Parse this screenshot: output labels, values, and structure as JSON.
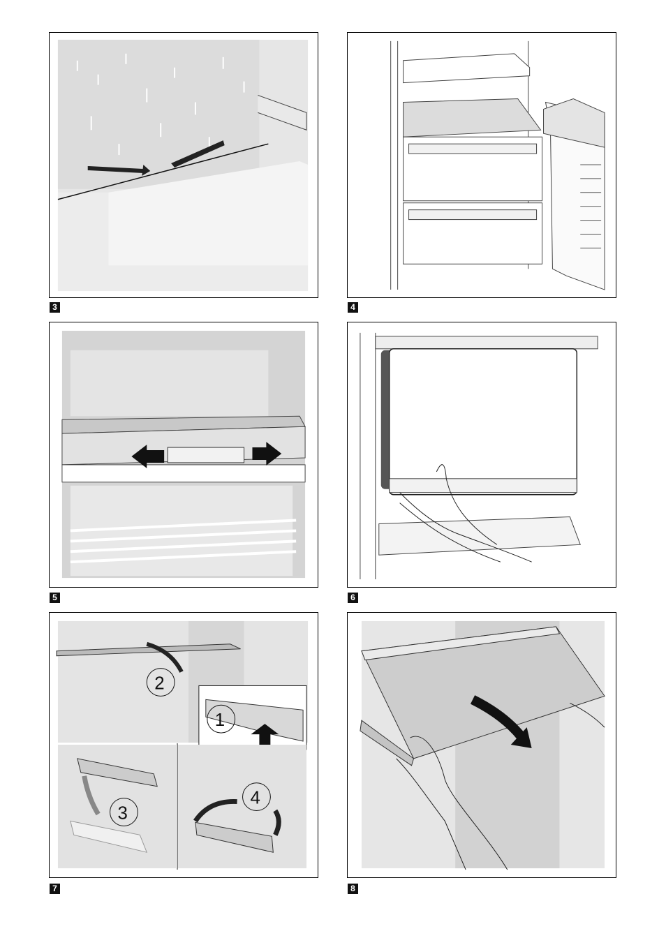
{
  "figures": [
    {
      "number": "3"
    },
    {
      "number": "4"
    },
    {
      "number": "5"
    },
    {
      "number": "6"
    },
    {
      "number": "7",
      "steps": [
        "2",
        "1",
        "3",
        "4"
      ]
    },
    {
      "number": "8"
    }
  ],
  "colors": {
    "line": "#111111",
    "panel_gray": "#d9d9d9",
    "light_gray": "#ececec",
    "mid_gray": "#bdbdbd"
  }
}
